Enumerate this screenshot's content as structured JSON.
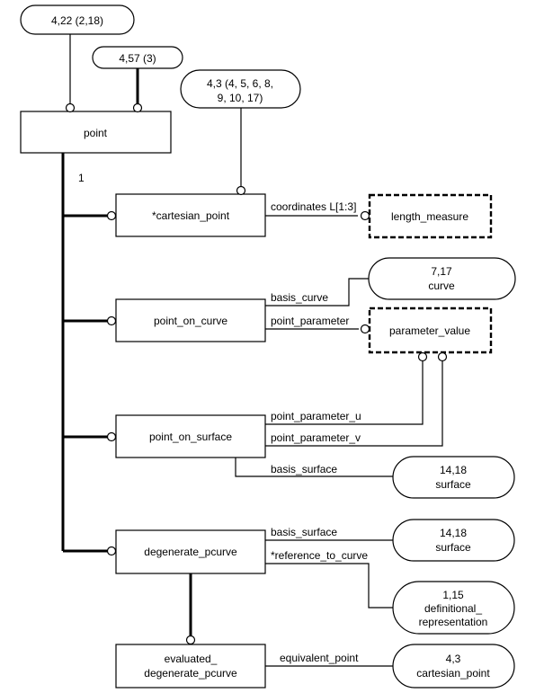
{
  "refs": {
    "top": "4,22 (2,18)",
    "second": "4,57 (3)",
    "cartesian_ref_1": "4,3 (4, 5, 6, 8,",
    "cartesian_ref_2": "9, 10, 17)",
    "curve_num": "7,17",
    "curve_name": "curve",
    "surface1_num": "14,18",
    "surface1_name": "surface",
    "surface2_num": "14,18",
    "surface2_name": "surface",
    "defrep_num": "1,15",
    "defrep_name_1": "definitional_",
    "defrep_name_2": "representation",
    "cp_num": "4,3",
    "cp_name": "cartesian_point"
  },
  "entities": {
    "point": "point",
    "cartesian_point": "*cartesian_point",
    "point_on_curve": "point_on_curve",
    "point_on_surface": "point_on_surface",
    "degenerate_pcurve": "degenerate_pcurve",
    "evaluated_1": "evaluated_",
    "evaluated_2": "degenerate_pcurve"
  },
  "types": {
    "length_measure": "length_measure",
    "parameter_value": "parameter_value"
  },
  "attributes": {
    "coordinates": "coordinates L[1:3]",
    "basis_curve": "basis_curve",
    "point_parameter": "point_parameter",
    "point_parameter_u": "point_parameter_u",
    "point_parameter_v": "point_parameter_v",
    "basis_surface_1": "basis_surface",
    "basis_surface_2": "basis_surface",
    "reference_to_curve": "*reference_to_curve",
    "equivalent_point": "equivalent_point"
  },
  "cardinality": "1"
}
